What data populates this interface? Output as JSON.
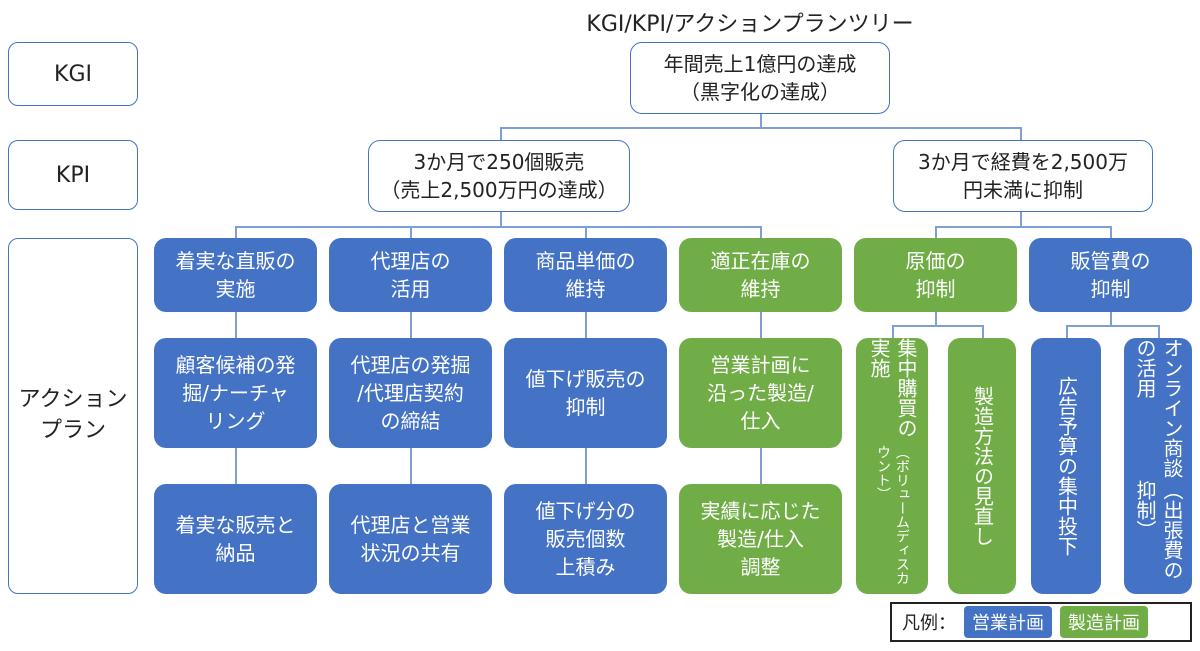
{
  "title": "KGI/KPI/アクションプランツリー",
  "row_labels": {
    "kgi": "KGI",
    "kpi": "KPI",
    "action": "アクション\nプラン"
  },
  "kgi": {
    "text": "年間売上1億円の達成\n（黒字化の達成）"
  },
  "kpi": [
    {
      "text": "3か月で250個販売\n（売上2,500万円の達成）"
    },
    {
      "text": "3か月で経費を2,500万\n円未満に抑制"
    }
  ],
  "actions": [
    {
      "text": "着実な直販の\n実施",
      "plan": "営業計画"
    },
    {
      "text": "代理店の\n活用",
      "plan": "営業計画"
    },
    {
      "text": "商品単価の\n維持",
      "plan": "営業計画"
    },
    {
      "text": "適正在庫の\n維持",
      "plan": "製造計画"
    },
    {
      "text": "原価の\n抑制",
      "plan": "製造計画"
    },
    {
      "text": "販管費の\n抑制",
      "plan": "営業計画"
    }
  ],
  "sub_actions": {
    "a1": [
      "顧客候補の発\n掘/ナーチャ\nリング",
      "着実な販売と\n納品"
    ],
    "a2": [
      "代理店の発掘\n/代理店契約\nの締結",
      "代理店と営業\n状況の共有"
    ],
    "a3": [
      "値下げ販売の\n抑制",
      "値下げ分の\n販売個数\n上積み"
    ],
    "a4": [
      "営業計画に\n沿った製造/\n仕入",
      "実績に応じた\n製造/仕入\n調整"
    ],
    "a5_left_main": "集中購買の実施",
    "a5_left_note": "（ボリュームディスカウント）",
    "a5_right": "製造方法の見直し",
    "a6_left": "広告予算の集中投下",
    "a6_right_main": "オンライン商談の活用",
    "a6_right_note": "（出張費の抑制）"
  },
  "legend": {
    "label": "凡例：",
    "items": [
      "営業計画",
      "製造計画"
    ]
  },
  "colors": {
    "sales_plan": "#4472c4",
    "manufacturing_plan": "#70ad47",
    "outline": "#4472c4"
  }
}
